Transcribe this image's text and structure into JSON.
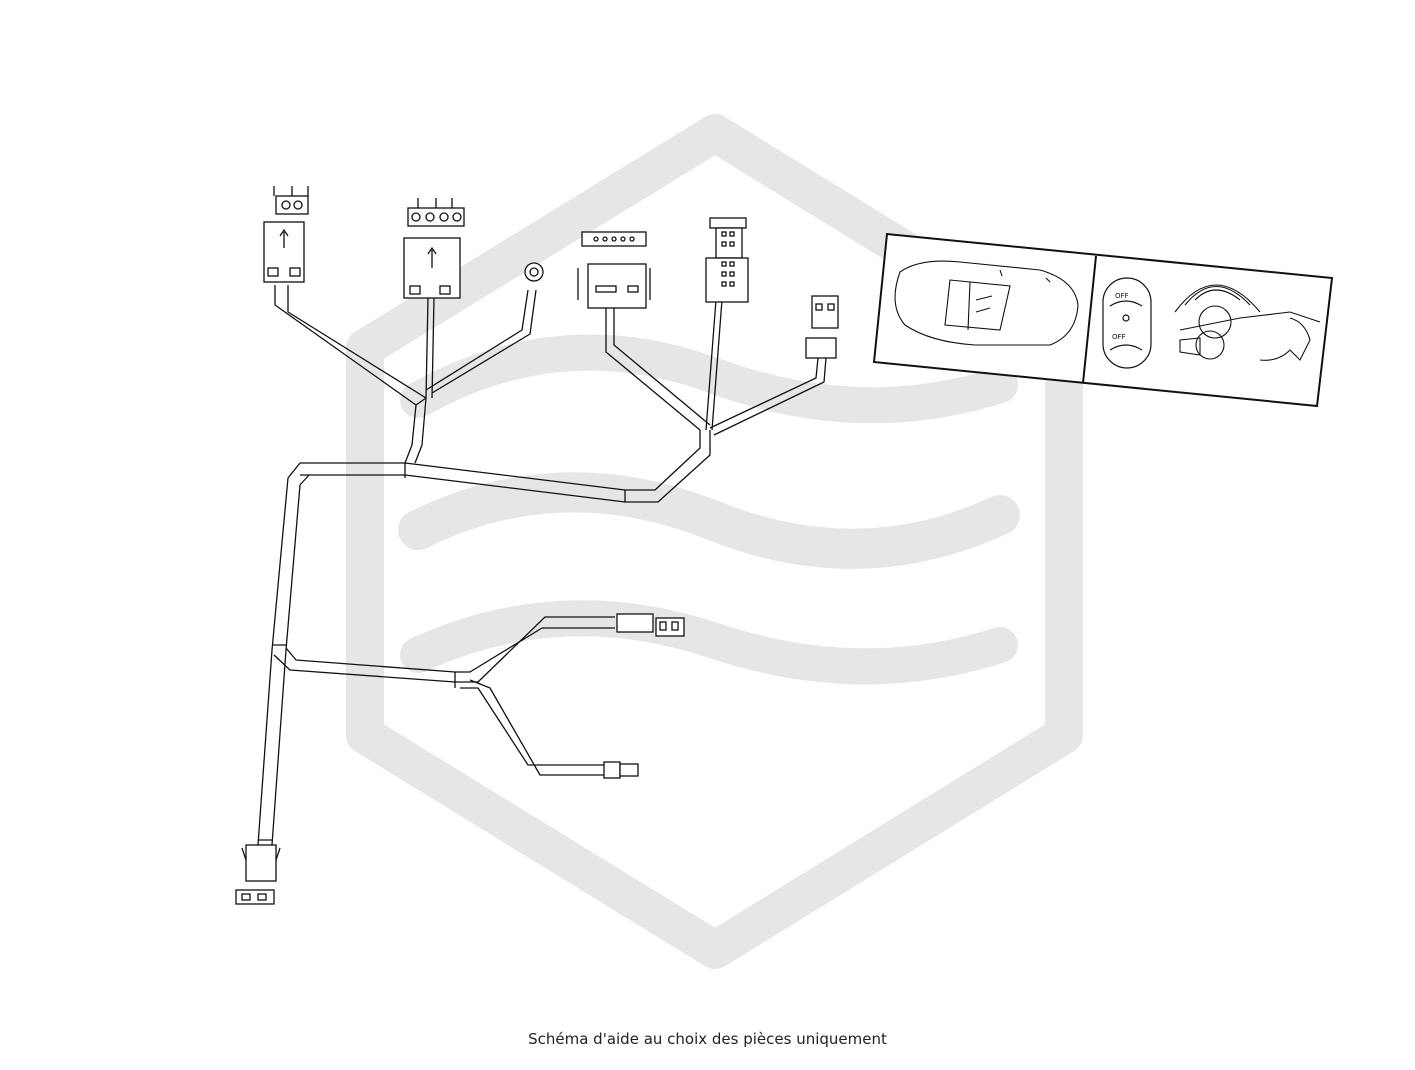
{
  "caption": "Schéma d'aide au choix des pièces uniquement",
  "inset": {
    "switch_off_top": "OFF",
    "switch_off_bottom": "OFF"
  },
  "colors": {
    "line": "#111111",
    "watermark": "#e6e6e6",
    "background": "#ffffff"
  },
  "watermark_icon": "hexagon-wave-logo"
}
